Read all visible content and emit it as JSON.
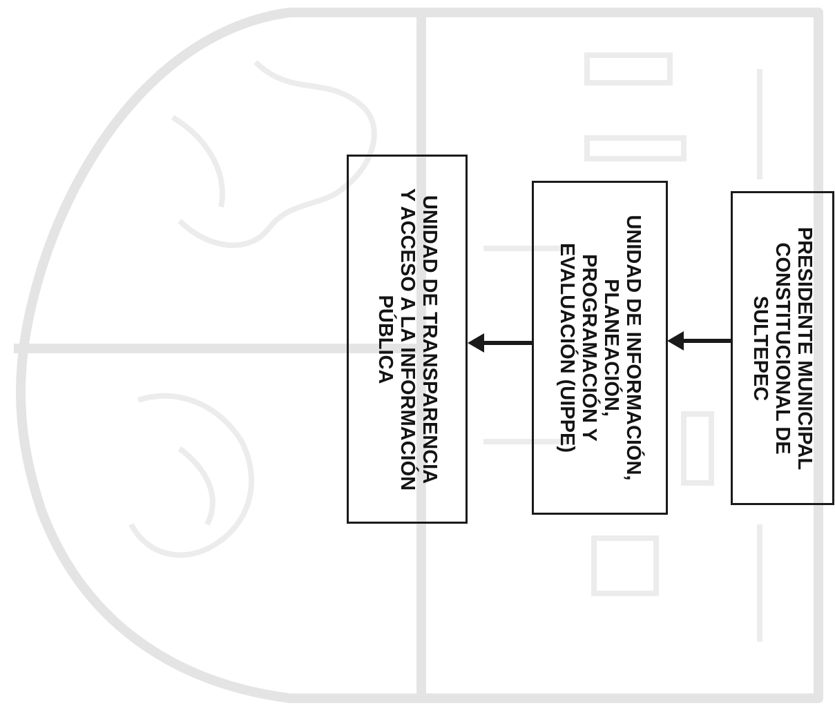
{
  "boxes": [
    {
      "id": "president",
      "label": "PRESIDENTE MUNICIPAL\nCONSTITUCIONAL DE\nSULTEPEC"
    },
    {
      "id": "uippe",
      "label": "UNIDAD DE INFORMACIÓN,\nPLANEACIÓN,\nPROGRAMACIÓN Y\nEVALUACIÓN (UIPPE)"
    },
    {
      "id": "transparency",
      "label": "UNIDAD DE TRANSPARENCIA\nY ACCESO A LA INFORMACIÓN\nPÚBLICA"
    }
  ],
  "connections": [
    {
      "from": "president",
      "to": "uippe"
    },
    {
      "from": "uippe",
      "to": "transparency"
    }
  ],
  "colors": {
    "line": "#1a1a1a",
    "watermark": "#e6e6e6"
  }
}
